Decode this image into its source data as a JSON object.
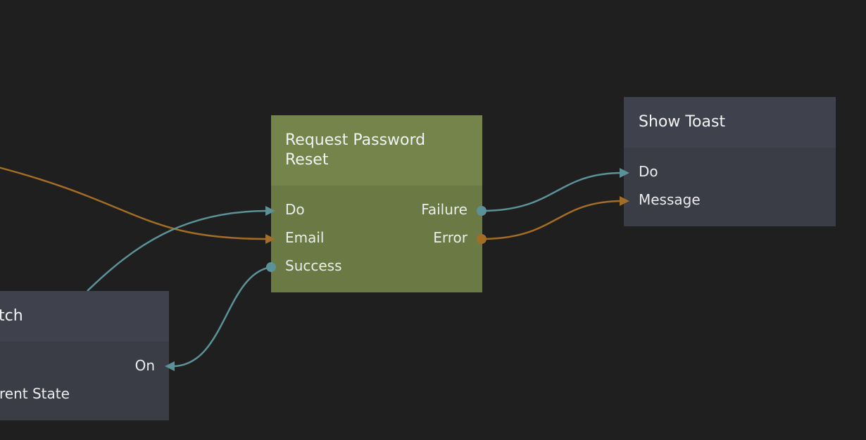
{
  "colors": {
    "background": "#1f1f1f",
    "signal_wire": "#5b9297",
    "data_wire": "#a36d26",
    "function_node_header": "#74844a",
    "function_node_body": "#6b7a45",
    "visual_node_header": "#3f424c",
    "visual_node_body": "#3a3c46"
  },
  "nodes": {
    "request_password_reset": {
      "title_line1": "Request Password",
      "title_line2": "Reset",
      "inputs": {
        "do": "Do",
        "email": "Email",
        "success": "Success"
      },
      "outputs": {
        "failure": "Failure",
        "error": "Error"
      }
    },
    "show_toast": {
      "title": "Show Toast",
      "inputs": {
        "do": "Do",
        "message": "Message"
      }
    },
    "switch": {
      "title": "tch",
      "outputs": {
        "on": "On"
      },
      "extra_label": "rent State"
    }
  }
}
